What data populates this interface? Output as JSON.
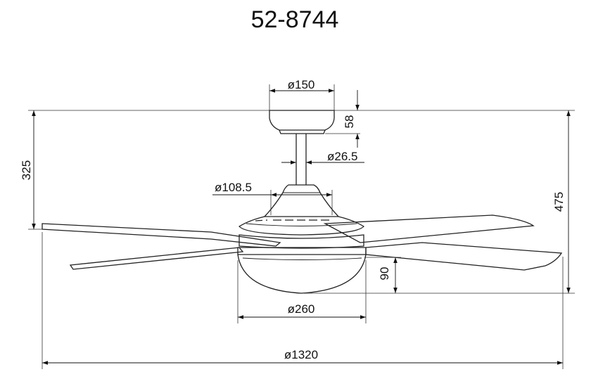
{
  "title": "52-8744",
  "dimensions": {
    "canopy_diameter": "ø150",
    "canopy_height": "58",
    "downrod_diameter": "ø26.5",
    "motor_top_diameter": "ø108.5",
    "ceiling_to_blade": "325",
    "overall_height": "475",
    "light_height": "90",
    "light_diameter": "ø260",
    "sweep_diameter": "ø1320"
  }
}
